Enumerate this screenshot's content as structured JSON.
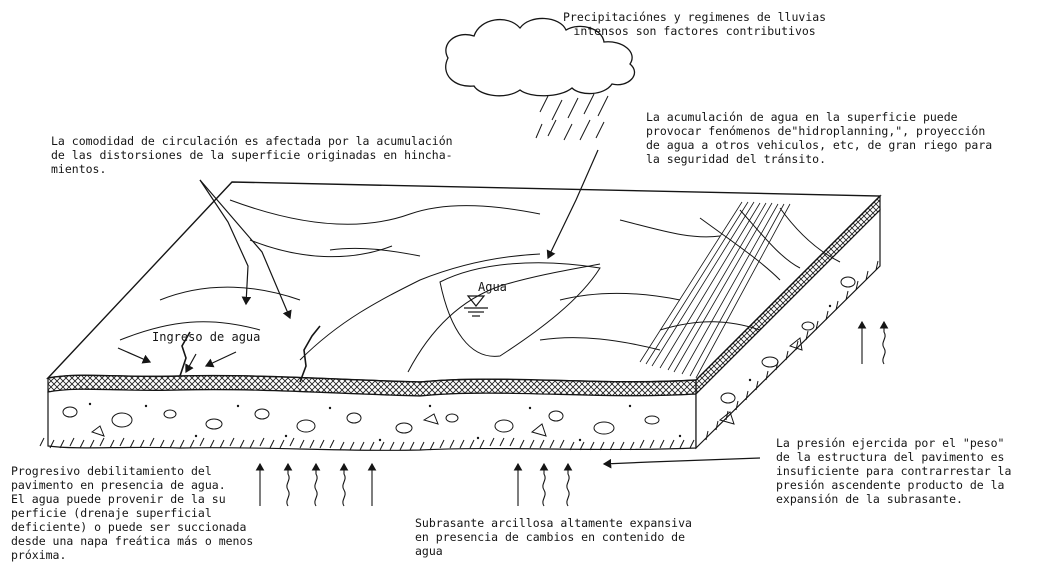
{
  "annotations": {
    "rain": "Precipitaciónes y regimenes de lluvias\nintensos son factores contributivos",
    "comfort": "La comodidad de circulación es afectada por la acumulación\nde las distorsiones de la superficie originadas en hincha-\nmientos.",
    "hydroplaning": "La acumulación de agua en la superficie puede\nprovocar fenómenos de\"hidroplanning,\", proyección\nde agua a otros vehiculos, etc, de gran riego para\nla seguridad del tránsito.",
    "weakening": "Progresivo debilitamiento del\npavimento en presencia de agua.\nEl agua puede provenir de la su\nperficie (drenaje superficial\ndeficiente) o puede ser succionada\ndesde una napa freática más o menos\npróxima.",
    "subgrade": "Subrasante arcillosa altamente expansiva\nen presencia de cambios en contenido de\nagua",
    "weight": "La presión ejercida por el \"peso\"\nde la estructura del pavimento es\ninsuficiente para contrarrestar la\npresión ascendente producto de la\nexpansión de la subrasante."
  },
  "labels": {
    "water": "Agua",
    "water_ingress": "Ingreso de agua"
  },
  "colors": {
    "ink": "#151515",
    "paper": "#ffffff"
  }
}
